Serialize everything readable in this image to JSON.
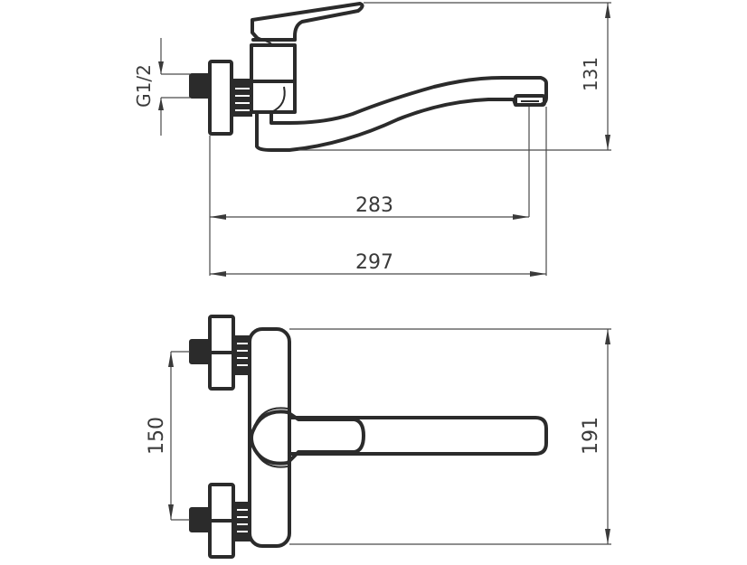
{
  "drawing": {
    "title": "Wall-mounted mixer tap technical drawing",
    "views": [
      "side-view",
      "top-view"
    ],
    "colors": {
      "outline": "#2b2b2b",
      "dimension": "#4a4a4a",
      "background": "#ffffff"
    }
  },
  "side_view": {
    "dimensions": {
      "thread": "G1/2",
      "height": "131",
      "spout_reach": "283",
      "overall_length": "297"
    }
  },
  "top_view": {
    "dimensions": {
      "inlet_spacing": "150",
      "overall_width": "191"
    }
  }
}
